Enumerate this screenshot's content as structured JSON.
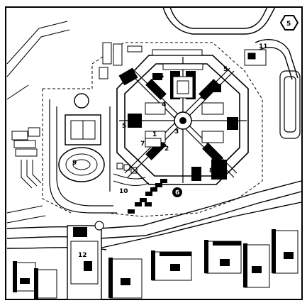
{
  "plan": {
    "labels": {
      "l1": "1",
      "l2": "2",
      "l3": "3",
      "l4a": "4",
      "l4b": "4",
      "l5a": "5",
      "l5b": "5",
      "l5c": "5",
      "l5top": "5",
      "l6a": "6",
      "l6b": "6",
      "l6c": "6",
      "l7": "7",
      "l8a": "8",
      "l8b": "8",
      "l9": "9",
      "l10": "10",
      "l11": "11",
      "l12": "12"
    },
    "colors": {
      "ink": "#000000",
      "paper": "#ffffff"
    }
  }
}
